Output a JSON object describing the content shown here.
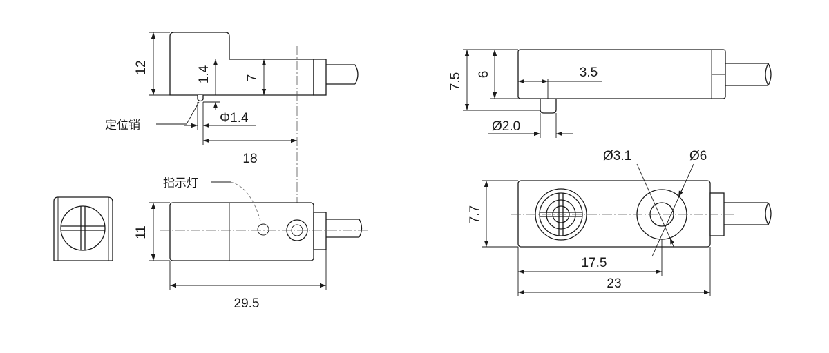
{
  "side_view": {
    "height_12": "12",
    "height_1_4": "1.4",
    "height_7": "7",
    "pin_diameter": "Φ1.4",
    "pin_label": "定位销",
    "pin_offset_18": "18"
  },
  "top_view": {
    "indicator_label": "指示灯",
    "height_11": "11",
    "length_29_5": "29.5"
  },
  "right_top_view": {
    "height_7_5": "7.5",
    "height_6": "6",
    "offset_3_5": "3.5",
    "pin_diameter": "Ø2.0"
  },
  "right_front_view": {
    "hole_diameter": "Ø3.1",
    "counterbore_diameter": "Ø6",
    "height_7_7": "7.7",
    "hole_offset_17_5": "17.5",
    "length_23": "23"
  }
}
